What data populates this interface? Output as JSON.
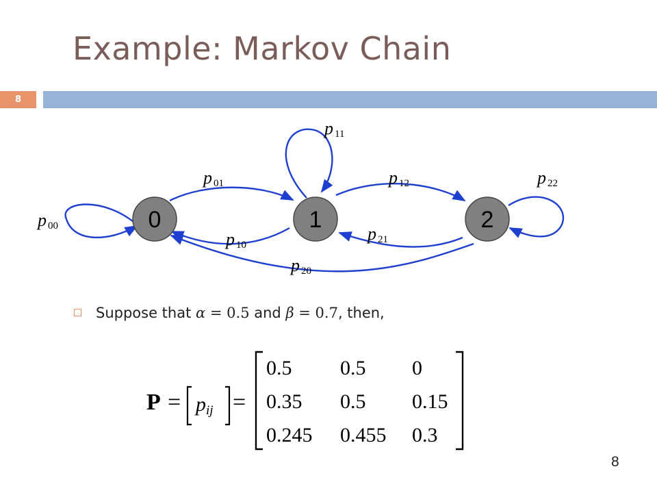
{
  "slide": {
    "title": "Example: Markov Chain",
    "header_number": "8",
    "footer_number": "8"
  },
  "diagram": {
    "states": [
      "0",
      "1",
      "2"
    ],
    "transitions": [
      {
        "from": "0",
        "to": "0",
        "label_base": "p",
        "label_sub": "00"
      },
      {
        "from": "0",
        "to": "1",
        "label_base": "p",
        "label_sub": "01"
      },
      {
        "from": "1",
        "to": "1",
        "label_base": "p",
        "label_sub": "11"
      },
      {
        "from": "1",
        "to": "0",
        "label_base": "p",
        "label_sub": "10"
      },
      {
        "from": "1",
        "to": "2",
        "label_base": "p",
        "label_sub": "12"
      },
      {
        "from": "2",
        "to": "1",
        "label_base": "p",
        "label_sub": "21"
      },
      {
        "from": "2",
        "to": "2",
        "label_base": "p",
        "label_sub": "22"
      },
      {
        "from": "2",
        "to": "0",
        "label_base": "p",
        "label_sub": "20"
      }
    ],
    "node_fill": "#808080",
    "edge_color": "#1f3fd0"
  },
  "bullet": {
    "prefix": "Suppose that",
    "alpha": "α",
    "alpha_eq": " = 0.5",
    "and": "and",
    "beta": "β",
    "beta_eq": " = 0.7",
    "suffix": ", then,"
  },
  "matrix": {
    "lhs_symbol": "P",
    "entry_base": "p",
    "entry_sub": "ij",
    "rows": [
      [
        "0.5",
        "0.5",
        "0"
      ],
      [
        "0.35",
        "0.5",
        "0.15"
      ],
      [
        "0.245",
        "0.455",
        "0.3"
      ]
    ]
  },
  "colors": {
    "title": "#7a5c58",
    "accent_orange": "#e8946b",
    "accent_blue": "#95b3d7"
  }
}
